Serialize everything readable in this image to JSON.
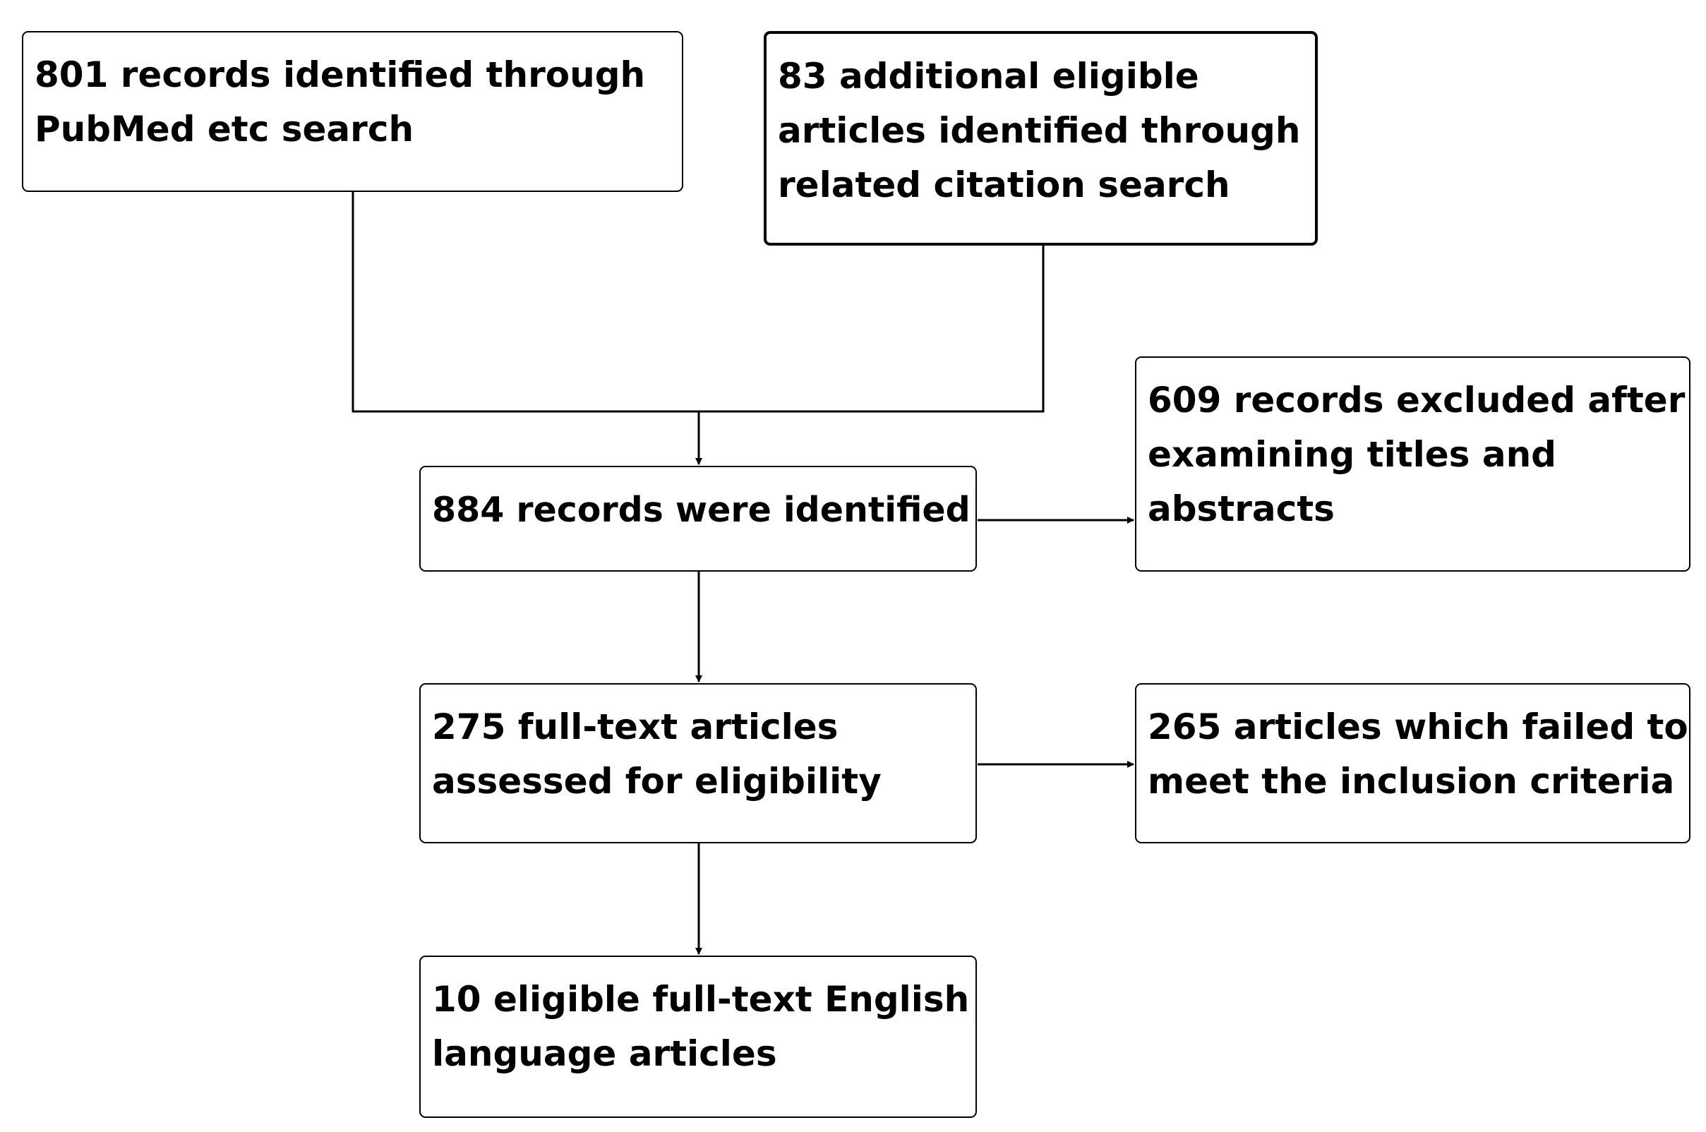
{
  "flowchart": {
    "boxes": {
      "pubmed": {
        "lines": [
          "801 records identified through",
          "PubMed etc search"
        ]
      },
      "citation": {
        "lines": [
          "83 additional eligible",
          "articles identified through",
          "related citation search"
        ]
      },
      "identified": {
        "lines": [
          "884 records were identified"
        ]
      },
      "excluded_titles": {
        "lines": [
          "609 records excluded after",
          "examining titles and",
          "abstracts"
        ]
      },
      "fulltext": {
        "lines": [
          "275 full-text articles",
          "assessed for eligibility"
        ]
      },
      "failed": {
        "lines": [
          "265 articles which failed to",
          "meet the inclusion criteria"
        ]
      },
      "eligible": {
        "lines": [
          "10 eligible full-text English",
          "language articles"
        ]
      }
    },
    "colors": {
      "line": "#000000",
      "box_border": "#000000",
      "background": "#ffffff"
    }
  }
}
